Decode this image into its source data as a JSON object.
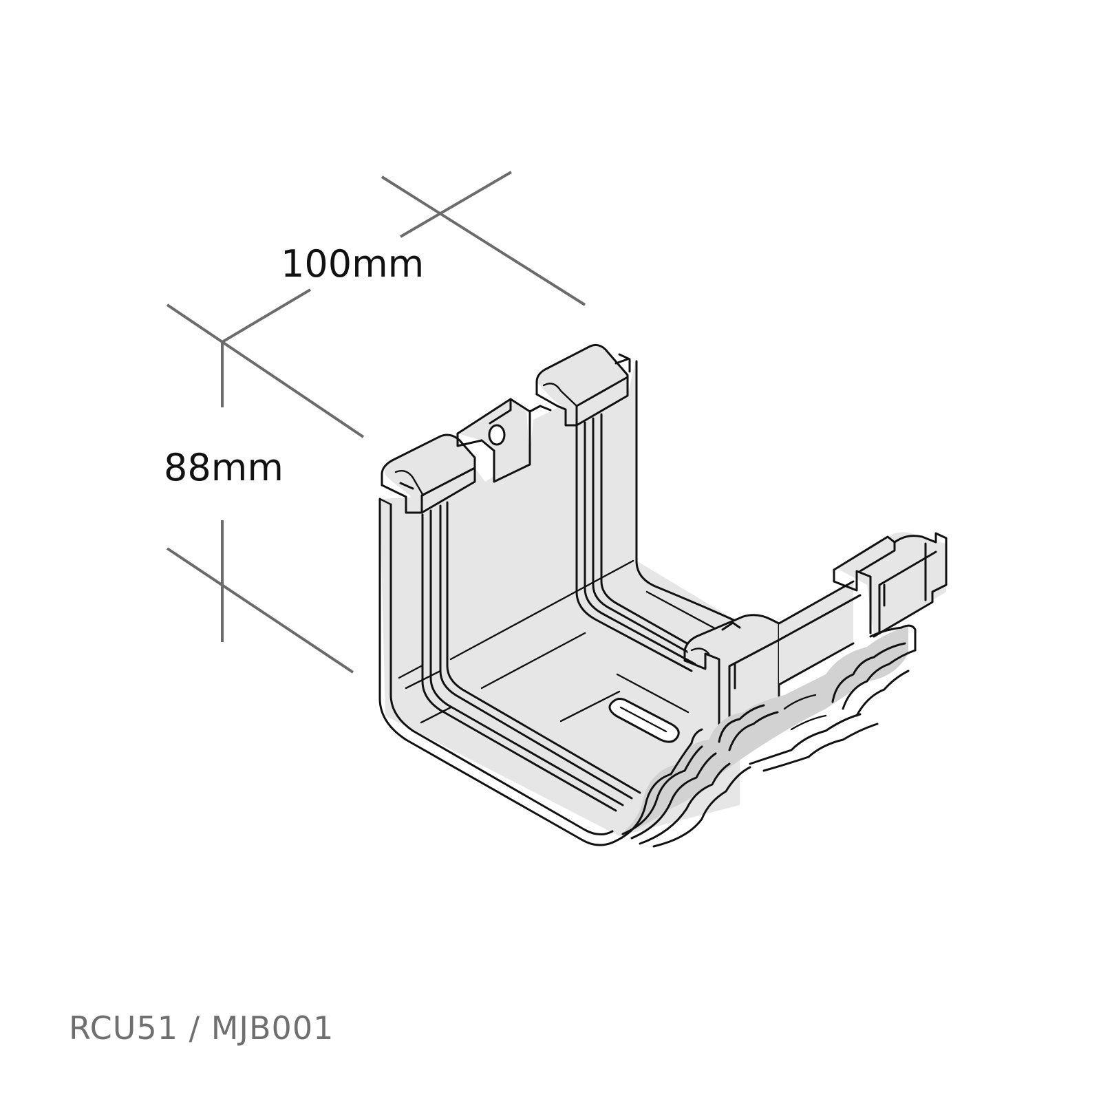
{
  "dimensions": {
    "length_label": "100mm",
    "height_label": "88mm"
  },
  "product": {
    "codes": "RCU51 / MJB001"
  },
  "colors": {
    "dimension_line": "#6b6b6b",
    "part_fill": "#e6e6e6",
    "outline": "#111111",
    "code_text": "#6f6f6f"
  }
}
